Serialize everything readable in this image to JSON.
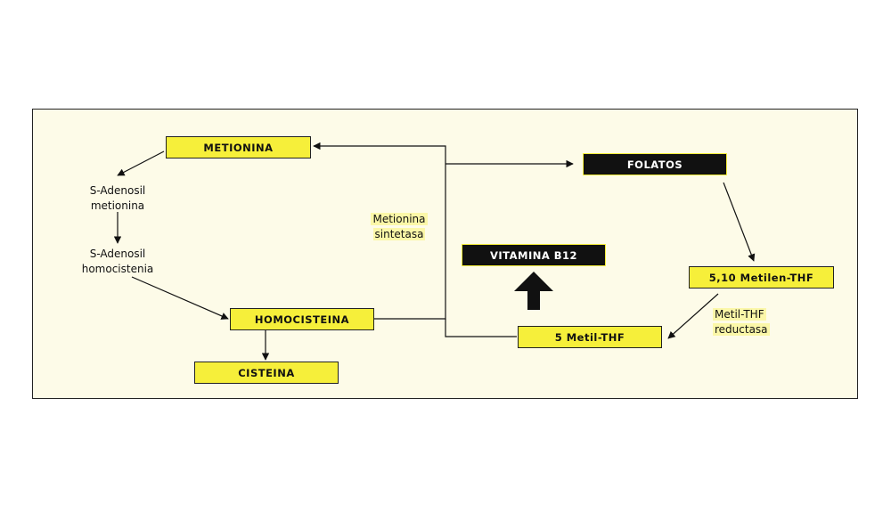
{
  "colors": {
    "yellow": "#f6ef3a",
    "black": "#111111",
    "panel": "#fdfbe8",
    "highlight": "#fbf7a8"
  },
  "nodes": {
    "metionina": "METIONINA",
    "s_adenosil_metionina": [
      "S-Adenosil",
      "metionina"
    ],
    "s_adenosil_homocistenia": [
      "S-Adenosil",
      "homocistenia"
    ],
    "homocisteina": "HOMOCISTEINA",
    "cisteina": "CISTEINA",
    "folatos": "FOLATOS",
    "vitamina_b12": "VITAMINA B12",
    "metilen_thf": "5,10 Metilen-THF",
    "metil_thf": "5 Metil-THF"
  },
  "enzymes": {
    "metionina_sintetasa": [
      "Metionina",
      "sintetasa"
    ],
    "metil_thf_reductasa": [
      "Metil-THF",
      "reductasa"
    ]
  },
  "icons": {
    "up_arrow": "bold-up-arrow-icon"
  }
}
